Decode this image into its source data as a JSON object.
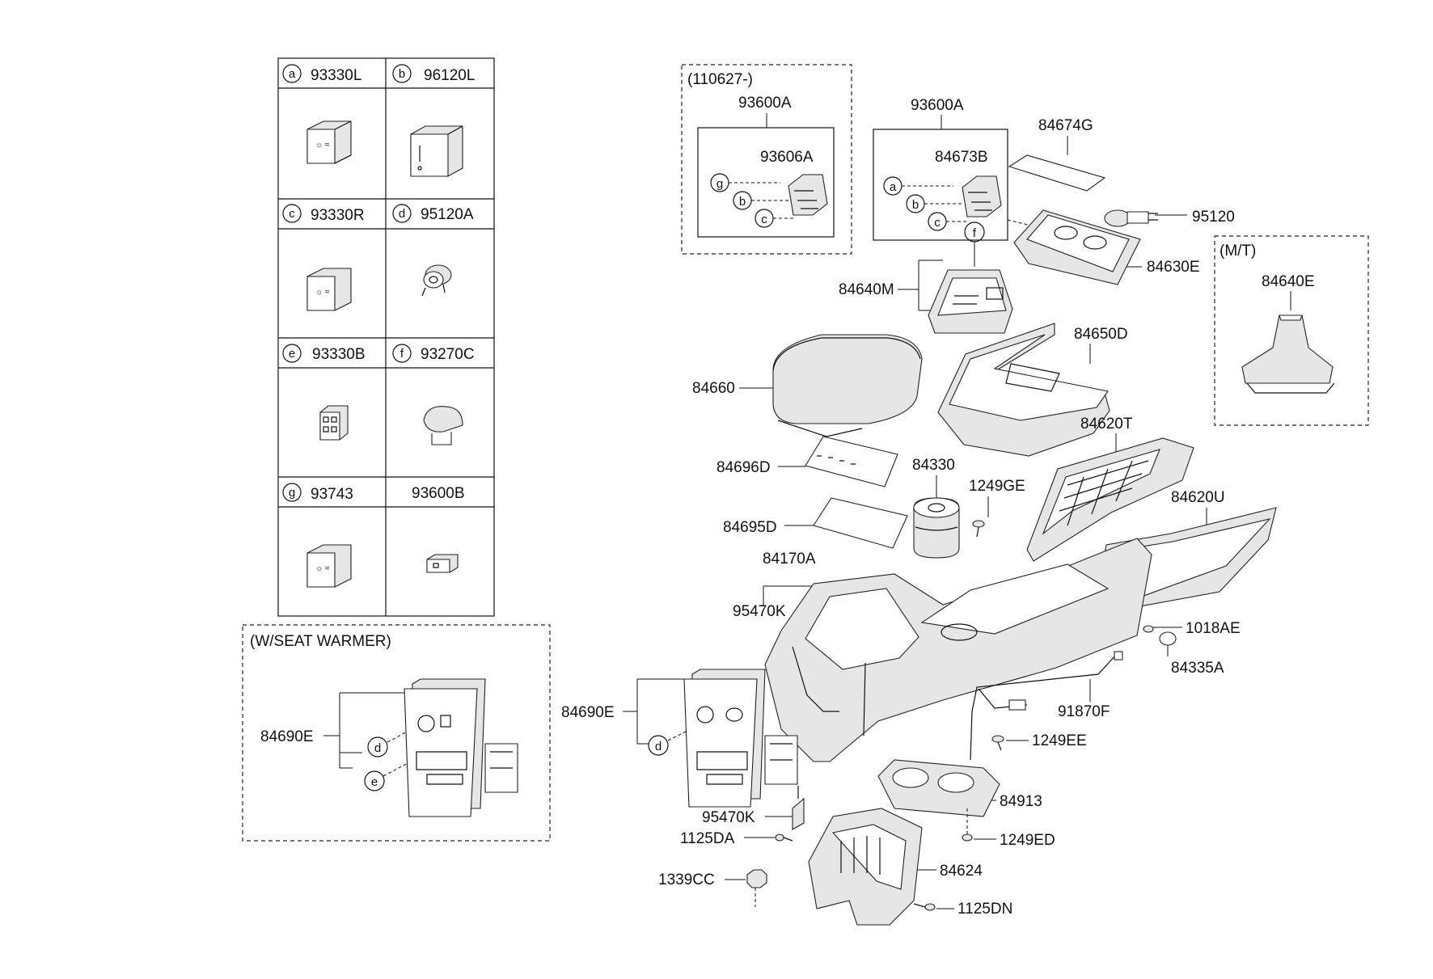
{
  "legend": {
    "cells": [
      {
        "letter": "a",
        "part": "93330L"
      },
      {
        "letter": "b",
        "part": "96120L"
      },
      {
        "letter": "c",
        "part": "93330R"
      },
      {
        "letter": "d",
        "part": "95120A"
      },
      {
        "letter": "e",
        "part": "93330B"
      },
      {
        "letter": "f",
        "part": "93270C"
      },
      {
        "letter": "g",
        "part": "93743"
      },
      {
        "letter": "",
        "part": "93600B"
      }
    ]
  },
  "groups": {
    "dated": {
      "heading": "(110627-)",
      "assembly": "93600A",
      "sub": "93606A",
      "callouts": [
        "g",
        "b",
        "c"
      ]
    },
    "base": {
      "assembly": "93600A",
      "sub": "84673B",
      "callouts": [
        "a",
        "b",
        "c"
      ]
    },
    "mt": {
      "heading": "(M/T)",
      "part": "84640E"
    },
    "seat_warmer": {
      "heading": "(W/SEAT WARMER)",
      "part": "84690E",
      "callouts": [
        "d",
        "e"
      ]
    }
  },
  "labels": {
    "p84674G": "84674G",
    "p95120": "95120",
    "p84630E": "84630E",
    "p84640M": "84640M",
    "f_callout": "f",
    "p84650D": "84650D",
    "p84660": "84660",
    "p84696D": "84696D",
    "p84330": "84330",
    "p1249GE": "1249GE",
    "p84620T": "84620T",
    "p84620U": "84620U",
    "p84695D": "84695D",
    "p84170A": "84170A",
    "p95470K": "95470K",
    "p1018AE": "1018AE",
    "p84335A": "84335A",
    "p84690E": "84690E",
    "d_callout": "d",
    "p91870F": "91870F",
    "p1249EE": "1249EE",
    "p84913": "84913",
    "p95470K_b": "95470K",
    "p1125DA": "1125DA",
    "p1249ED": "1249ED",
    "p84624": "84624",
    "p1339CC": "1339CC",
    "p1125DN": "1125DN"
  }
}
